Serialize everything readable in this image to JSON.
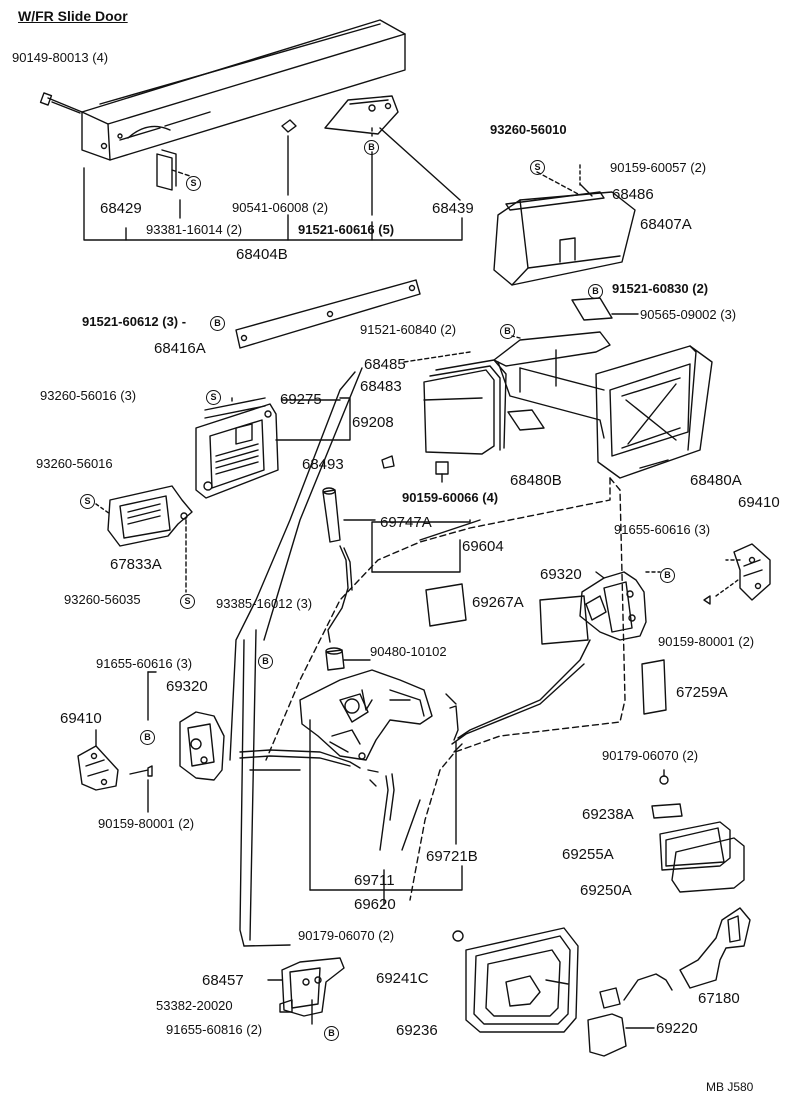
{
  "title": "W/FR Slide Door",
  "footer": "MB  J580",
  "badges": {
    "b": "B",
    "s": "S"
  },
  "labels": {
    "p90149": "90149-80013 (4)",
    "p68429": "68429",
    "p93381": "93381-16014 (2)",
    "p90541": "90541-06008 (2)",
    "p91521_616": "91521-60616 (5)",
    "p68439": "68439",
    "p68404B": "68404B",
    "p93260_010": "93260-56010",
    "p90159_057": "90159-60057 (2)",
    "p68486": "68486",
    "p68407A": "68407A",
    "p91521_830": "91521-60830 (2)",
    "p90565": "90565-09002 (3)",
    "p91521_612": "91521-60612 (3) -",
    "p68416A": "68416A",
    "p91521_840": "91521-60840 (2)",
    "p68485": "68485",
    "p68483": "68483",
    "p93260_016_3": "93260-56016 (3)",
    "p69275": "69275",
    "p69208": "69208",
    "p68493": "68493",
    "p68480B": "68480B",
    "p68480A": "68480A",
    "p93260_016": "93260-56016",
    "p90159_066": "90159-60066 (4)",
    "p69410_r": "69410",
    "p91655_616_r": "91655-60616 (3)",
    "p69747A": "69747A",
    "p69604": "69604",
    "p67833A": "67833A",
    "p69320_r": "69320",
    "p93260_035": "93260-56035",
    "p93385": "93385-16012 (3)",
    "p69267A": "69267A",
    "p90159_800_r": "90159-80001 (2)",
    "p90480": "90480-10102",
    "p91655_616_l": "91655-60616 (3)",
    "p69320_l": "69320",
    "p67259A": "67259A",
    "p69410_l": "69410",
    "p90179_r": "90179-06070 (2)",
    "p90159_800_l": "90159-80001 (2)",
    "p69238A": "69238A",
    "p69721B": "69721B",
    "p69255A": "69255A",
    "p69711": "69711",
    "p69250A": "69250A",
    "p69620": "69620",
    "p90179_l": "90179-06070 (2)",
    "p68457": "68457",
    "p69241C": "69241C",
    "p67180": "67180",
    "p53382": "53382-20020",
    "p91655_816": "91655-60816 (2)",
    "p69236": "69236",
    "p69220": "69220"
  }
}
